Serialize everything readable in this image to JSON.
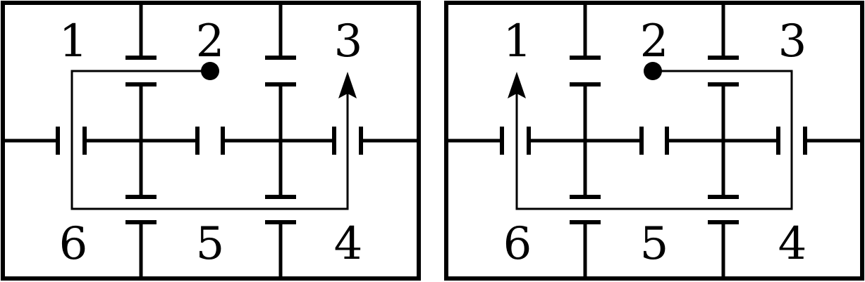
{
  "panels": [
    {
      "id": "left",
      "rooms": {
        "top": [
          "1",
          "2",
          "3"
        ],
        "bottom": [
          "6",
          "5",
          "4"
        ]
      },
      "route": {
        "start_room": "2",
        "end_room": "3",
        "direction": "counter-clockwise"
      }
    },
    {
      "id": "right",
      "rooms": {
        "top": [
          "1",
          "2",
          "3"
        ],
        "bottom": [
          "6",
          "5",
          "4"
        ]
      },
      "route": {
        "start_room": "2",
        "end_room": "1",
        "direction": "clockwise"
      }
    }
  ],
  "colors": {
    "ink": "#000000",
    "background": "#ffffff"
  }
}
